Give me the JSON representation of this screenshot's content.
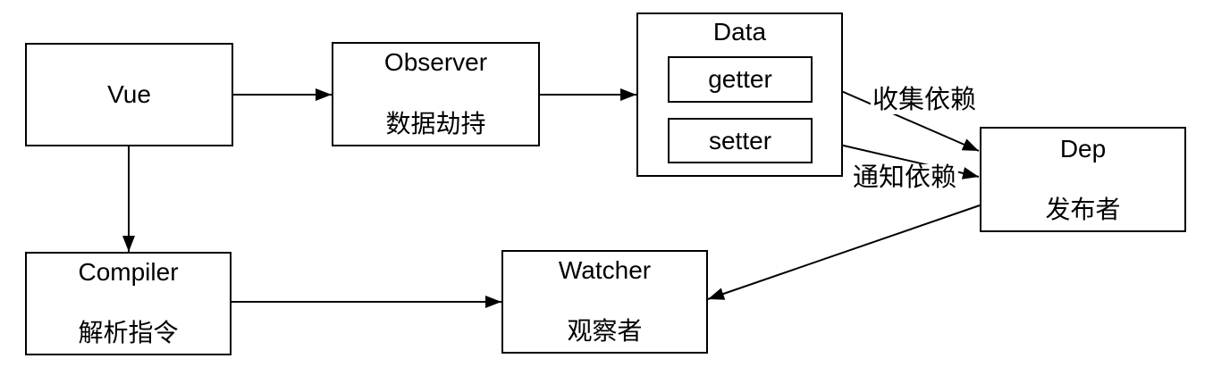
{
  "diagram": {
    "background_color": "#ffffff",
    "line_color": "#000000",
    "nodes": {
      "vue": {
        "title": "Vue"
      },
      "observer": {
        "title": "Observer",
        "subtitle": "数据劫持"
      },
      "data": {
        "title": "Data",
        "getter_label": "getter",
        "setter_label": "setter"
      },
      "dep": {
        "title": "Dep",
        "subtitle": "发布者"
      },
      "compiler": {
        "title": "Compiler",
        "subtitle": "解析指令"
      },
      "watcher": {
        "title": "Watcher",
        "subtitle": "观察者"
      }
    },
    "edge_labels": {
      "collect": "收集依赖",
      "notify": "通知依赖"
    }
  }
}
